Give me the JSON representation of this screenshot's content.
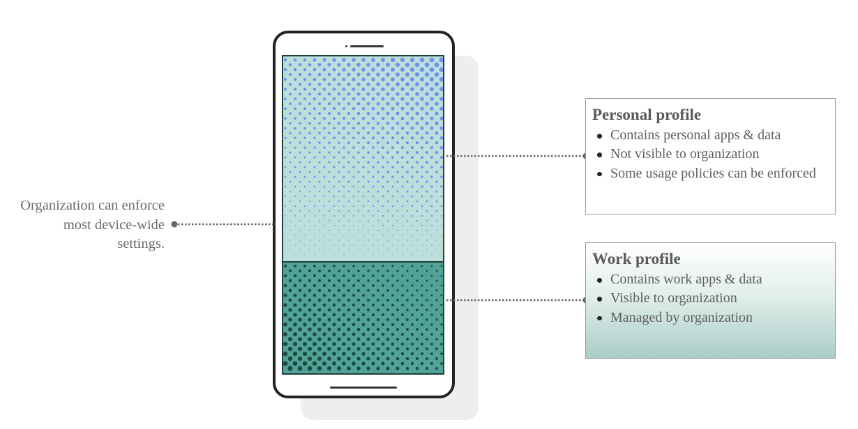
{
  "left_caption": {
    "text": "Organization can enforce most device-wide settings."
  },
  "personal_profile": {
    "title": "Personal profile",
    "items": [
      "Contains personal apps & data",
      "Not visible to organization",
      "Some usage policies can be enforced"
    ],
    "pattern_color": "#6f93ec",
    "fill_color": "#bcdfdc"
  },
  "work_profile": {
    "title": "Work profile",
    "items": [
      "Contains work apps & data",
      "Visible to organization",
      "Managed by organization"
    ],
    "pattern_color": "#1a4a42",
    "fill_color": "#52a397"
  },
  "colors": {
    "phone_frame": "#222222",
    "leader_line": "#666666",
    "shadow": "#eeeeee",
    "box_border": "#9a9a9a"
  }
}
